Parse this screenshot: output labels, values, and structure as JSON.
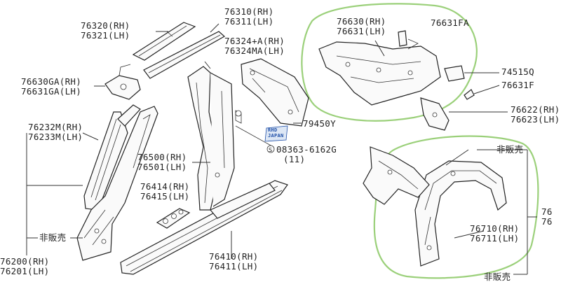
{
  "labels": {
    "p76320": "76320(RH)",
    "p76321": "76321(LH)",
    "p76310": "76310(RH)",
    "p76311": "76311(LH)",
    "p76324a": "76324+A(RH)",
    "p76324ma": "76324MA(LH)",
    "p76630ga": "76630GA(RH)",
    "p76631ga": "76631GA(LH)",
    "p76630": "76630(RH)",
    "p76631": "76631(LH)",
    "p76631fa": "76631FA",
    "p74515q": "74515Q",
    "p76631f": "76631F",
    "p76622": "76622(RH)",
    "p76623": "76623(LH)",
    "p79450y": "79450Y",
    "p08363": "08363-6162G",
    "p08363qty": "(11)",
    "p76232m": "76232M(RH)",
    "p76233m": "76233M(LH)",
    "p76500": "76500(RH)",
    "p76501": "76501(LH)",
    "p76414": "76414(RH)",
    "p76415": "76415(LH)",
    "p76410": "76410(RH)",
    "p76411": "76411(LH)",
    "p76200": "76200(RH)",
    "p76201": "76201(LH)",
    "p76710": "76710(RH)",
    "p76711": "76711(LH)",
    "hihanbai1": "非販売",
    "hihanbai2": "非販売",
    "hihanbai3": "非販売",
    "p76_right_a": "76",
    "p76_right_b": "76",
    "watermark_top": "RHD",
    "watermark_bottom": "JAPAN"
  },
  "colors": {
    "highlight_circle": "#9bd07a",
    "line": "#222222",
    "watermark": "#1f4fa8"
  }
}
